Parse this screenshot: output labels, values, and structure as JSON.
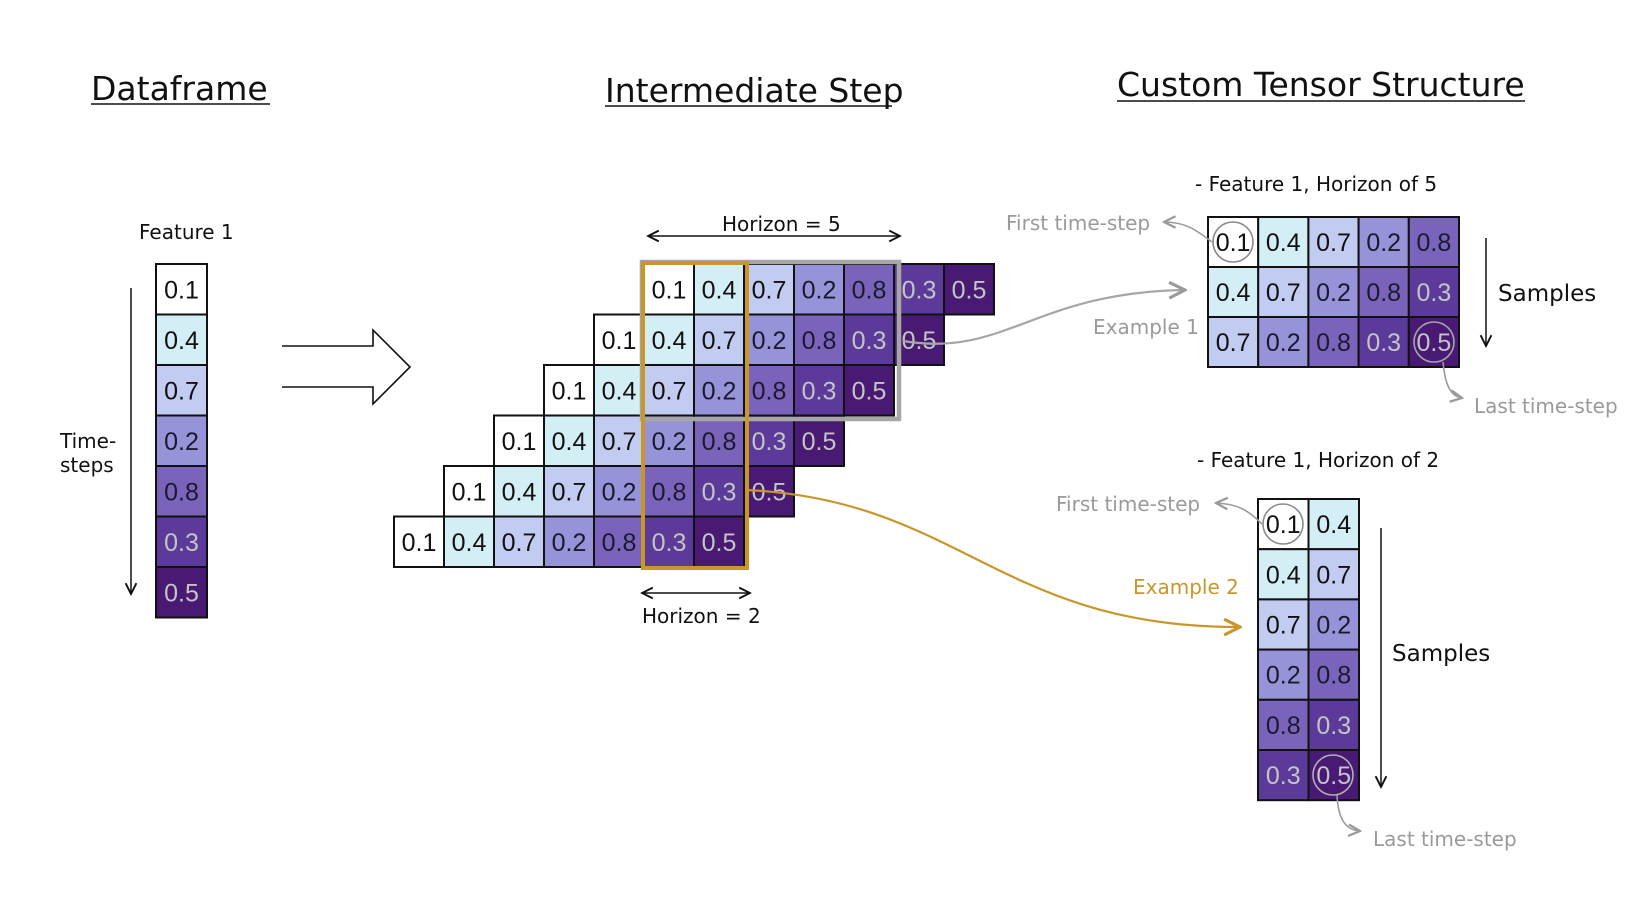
{
  "titles": {
    "dataframe": "Dataframe",
    "intermediate": "Intermediate Step",
    "tensor": "Custom Tensor Structure"
  },
  "dataframe": {
    "feature_label": "Feature 1",
    "timesteps_line1": "Time-",
    "timesteps_line2": "steps",
    "values": [
      "0.1",
      "0.4",
      "0.7",
      "0.2",
      "0.8",
      "0.3",
      "0.5"
    ]
  },
  "intermediate": {
    "rows": [
      [
        "0.1",
        "0.4",
        "0.7",
        "0.2",
        "0.8",
        "0.3",
        "0.5"
      ],
      [
        "0.1",
        "0.4",
        "0.7",
        "0.2",
        "0.8",
        "0.3",
        "0.5"
      ],
      [
        "0.1",
        "0.4",
        "0.7",
        "0.2",
        "0.8",
        "0.3",
        "0.5"
      ],
      [
        "0.1",
        "0.4",
        "0.7",
        "0.2",
        "0.8",
        "0.3",
        "0.5"
      ],
      [
        "0.1",
        "0.4",
        "0.7",
        "0.2",
        "0.8",
        "0.3",
        "0.5"
      ],
      [
        "0.1",
        "0.4",
        "0.7",
        "0.2",
        "0.8",
        "0.3",
        "0.5"
      ]
    ],
    "horizon5_label": "Horizon = 5",
    "horizon2_label": "Horizon = 2"
  },
  "tensor1": {
    "heading": "- Feature 1, Horizon of 5",
    "rows": [
      [
        "0.1",
        "0.4",
        "0.7",
        "0.2",
        "0.8"
      ],
      [
        "0.4",
        "0.7",
        "0.2",
        "0.8",
        "0.3"
      ],
      [
        "0.7",
        "0.2",
        "0.8",
        "0.3",
        "0.5"
      ]
    ],
    "first_step": "First time-step",
    "last_step": "Last time-step",
    "samples": "Samples",
    "example": "Example 1"
  },
  "tensor2": {
    "heading": "- Feature 1, Horizon of 2",
    "rows": [
      [
        "0.1",
        "0.4"
      ],
      [
        "0.4",
        "0.7"
      ],
      [
        "0.7",
        "0.2"
      ],
      [
        "0.2",
        "0.8"
      ],
      [
        "0.8",
        "0.3"
      ],
      [
        "0.3",
        "0.5"
      ]
    ],
    "first_step": "First time-step",
    "last_step": "Last time-step",
    "samples": "Samples",
    "example": "Example 2"
  },
  "value_colors": {
    "0.1": "#ffffff",
    "0.4": "#d4eef5",
    "0.7": "#c2cbf0",
    "0.2": "#9793d8",
    "0.8": "#7a64bb",
    "0.3": "#5c3a99",
    "0.5": "#481a73"
  },
  "accent_colors": {
    "horizon5_box": "#a6a6a6",
    "horizon2_box": "#c9962a"
  }
}
